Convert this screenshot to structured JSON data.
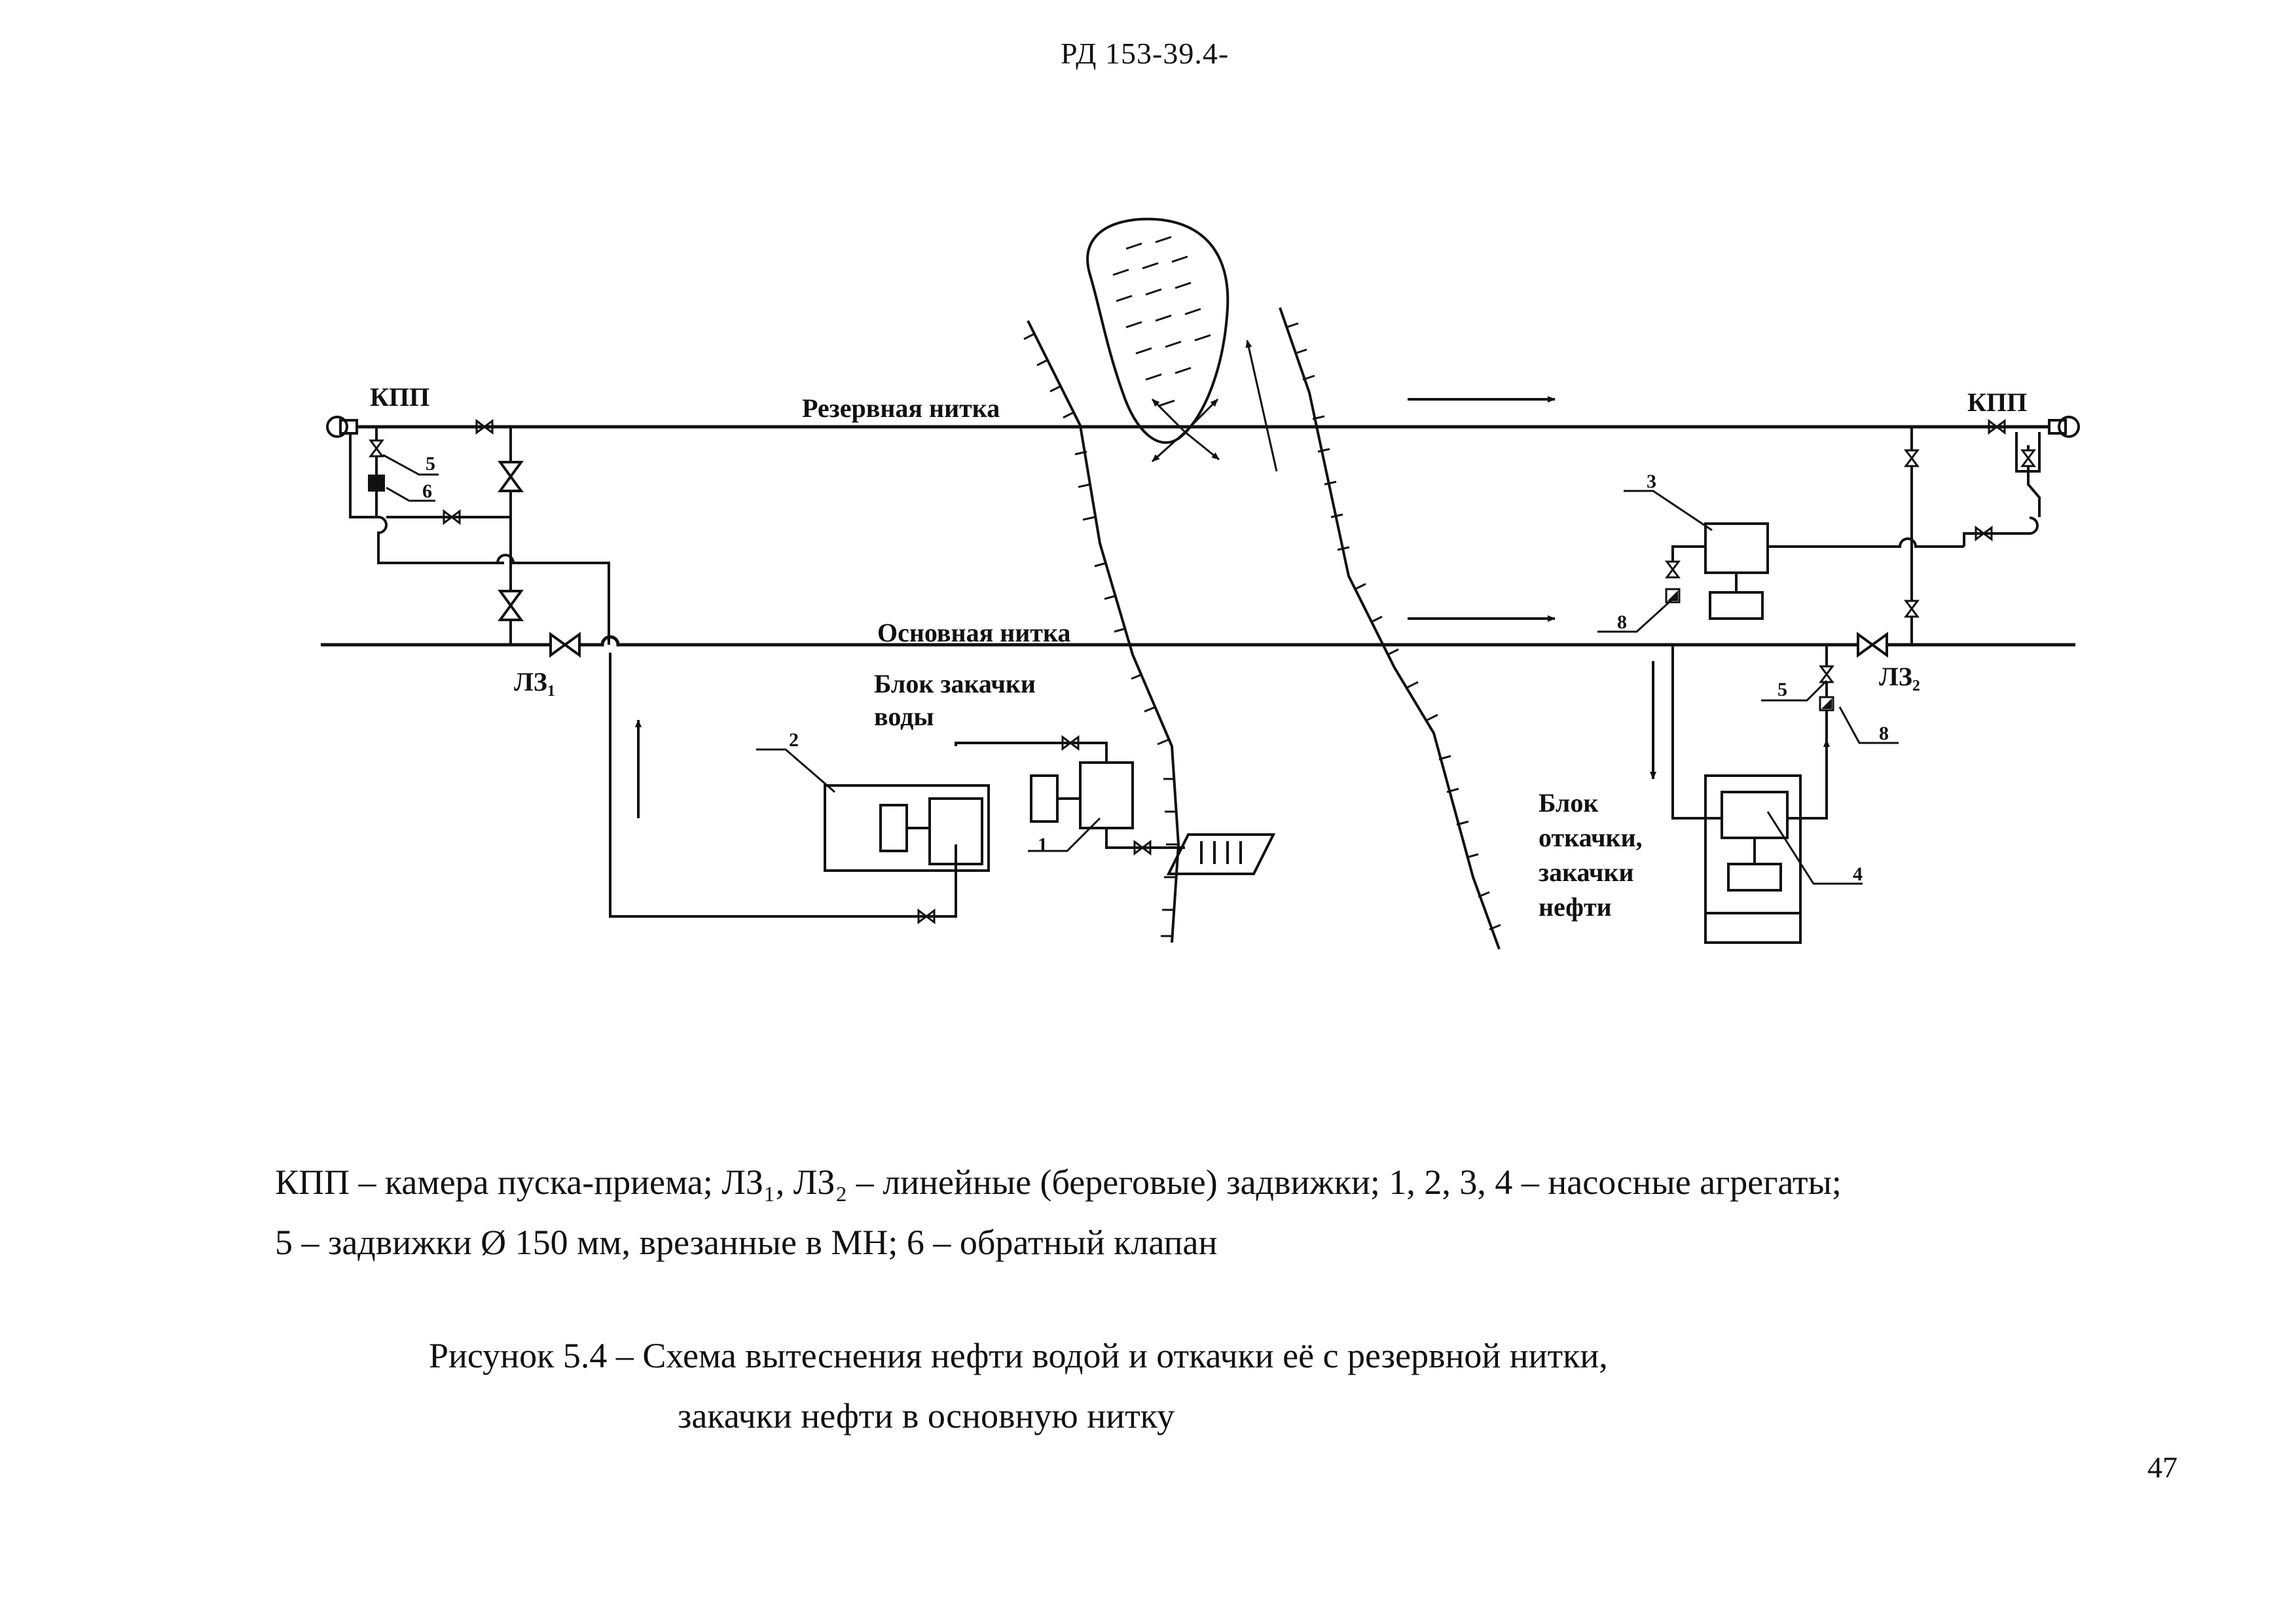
{
  "header": {
    "doc_code": "РД 153-39.4-"
  },
  "diagram": {
    "labels": {
      "kpp_left": "КПП",
      "kpp_right": "КПП",
      "reserve_line": "Резервная нитка",
      "main_line": "Основная нитка",
      "lz1": "ЛЗ",
      "lz1_sub": "1",
      "lz2": "ЛЗ",
      "lz2_sub": "2",
      "water_block_1": "Блок закачки",
      "water_block_2": "воды",
      "oil_block_1": "Блок",
      "oil_block_2": "откачки,",
      "oil_block_3": "закачки",
      "oil_block_4": "нефти"
    },
    "numbers": {
      "n1": "1",
      "n2": "2",
      "n3": "3",
      "n4": "4",
      "n5_left": "5",
      "n6": "6",
      "n5_right": "5",
      "n8_left": "8",
      "n8_right": "8"
    }
  },
  "legend": {
    "line1": "КПП – камера пуска-приема;  ЛЗ₁, ЛЗ₂ – линейные (береговые) задвижки;  1, 2, 3, 4 – насосные агрегаты;",
    "line2": "5 – задвижки Ø 150 мм, врезанные в МН;  6 – обратный клапан"
  },
  "caption": {
    "line1": "Рисунок 5.4   – Схема вытеснения нефти водой и откачки её с резервной нитки,",
    "line2": "закачки нефти в основную нитку"
  },
  "page_number": "47"
}
